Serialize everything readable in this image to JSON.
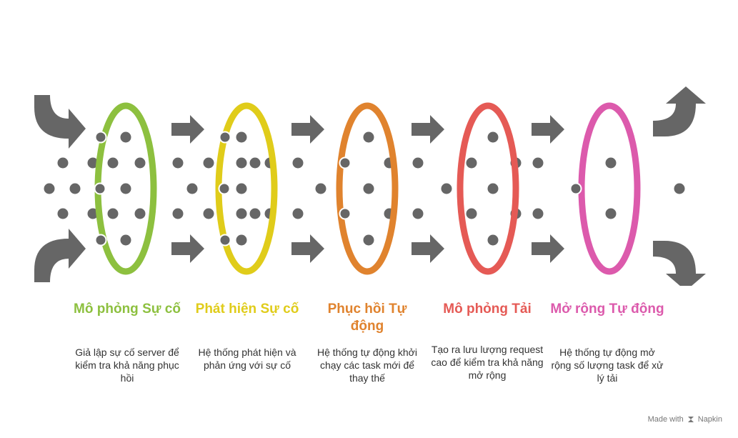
{
  "stages": [
    {
      "title": "Mô phỏng Sự cố",
      "description": "Giả lập sự cố server để kiểm tra khả năng phục hồi",
      "color": "#8dc03f"
    },
    {
      "title": "Phát hiện Sự cố",
      "description": "Hệ thống phát hiện và phản ứng với sự cố",
      "color": "#e0cc1a"
    },
    {
      "title": "Phục hồi Tự động",
      "description": "Hệ thống tự động khởi chạy các task mới để thay thế",
      "color": "#e0832e"
    },
    {
      "title": "Mô phỏng Tải",
      "description": "Tạo ra lưu lượng request cao để kiểm tra khả năng mở rộng",
      "color": "#e55a55"
    },
    {
      "title": "Mở rộng Tự động",
      "description": "Hệ thống tự động mở rộng số lượng task để xử lý tải",
      "color": "#dc5aac"
    }
  ],
  "arrow_color": "#666666",
  "dot_color": "#666666",
  "footer": {
    "made_with": "Made with",
    "brand": "Napkin"
  }
}
